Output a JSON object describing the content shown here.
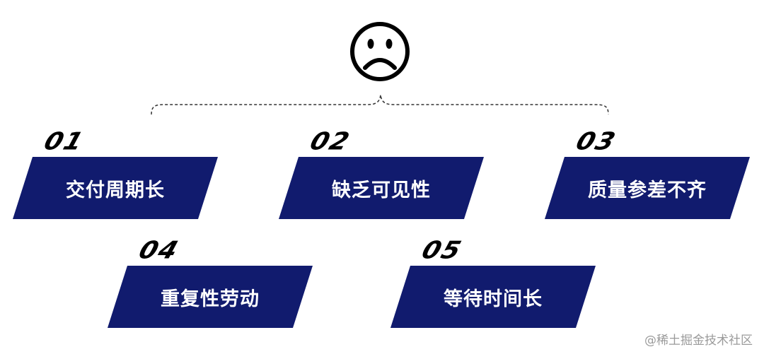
{
  "items": [
    {
      "number": "01",
      "label": "交付周期长"
    },
    {
      "number": "02",
      "label": "缺乏可见性"
    },
    {
      "number": "03",
      "label": "质量参差不齐"
    },
    {
      "number": "04",
      "label": "重复性劳动"
    },
    {
      "number": "05",
      "label": "等待时间长"
    }
  ],
  "watermark": "@稀土掘金技术社区",
  "icons": {
    "top": "sad-face-icon"
  },
  "colors": {
    "box": "#111b6e",
    "box_text": "#ffffff",
    "number": "#000000"
  }
}
